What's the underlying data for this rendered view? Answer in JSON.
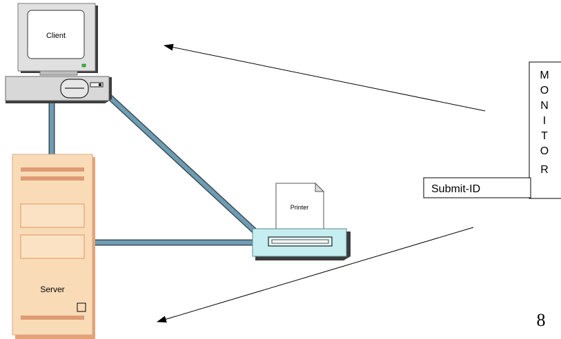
{
  "labels": {
    "client": "Client",
    "printer": "Printer",
    "server": "Server",
    "submit_id": "Submit-ID",
    "page_number": "8"
  },
  "monitor_letters": [
    "M",
    "O",
    "N",
    "I",
    "T",
    "O",
    "R"
  ],
  "colors": {
    "network_cable": "#6e9cb2",
    "server_body": "#f9d9b5",
    "server_stripe": "#e0a47c",
    "client_body": "#dedede",
    "printer_body": "#c5eef0"
  }
}
